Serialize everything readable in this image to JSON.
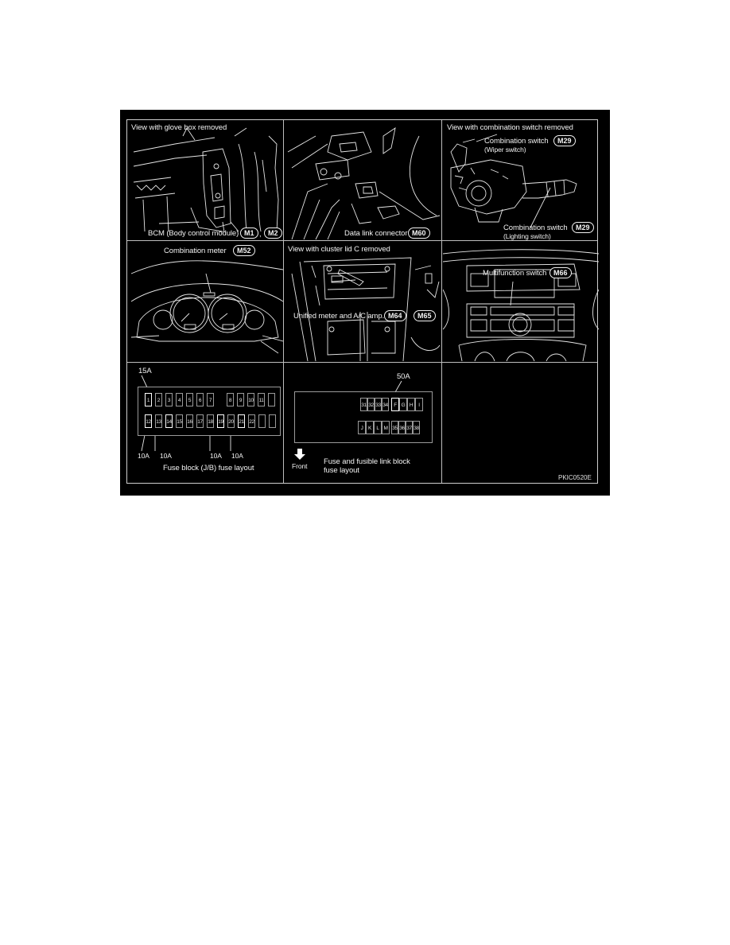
{
  "figure_id": "PKIC0520E",
  "panels": {
    "bcm": {
      "title": "View with glove box removed",
      "label": "BCM (Body control module)",
      "connectors": [
        "M1",
        "M2"
      ],
      "separator": ","
    },
    "dlc": {
      "label": "Data link connector",
      "connectors": [
        "M60"
      ]
    },
    "combo_switch": {
      "title": "View with combination switch removed",
      "wiper_label": "Combination switch",
      "wiper_sub": "(Wiper switch)",
      "wiper_connector": "M29",
      "lighting_label": "Combination switch",
      "lighting_sub": "(Lighting switch)",
      "lighting_connector": "M29"
    },
    "meter": {
      "label": "Combination meter",
      "connectors": [
        "M52"
      ]
    },
    "cluster": {
      "title": "View with cluster lid C removed",
      "label": "Unified meter and A/C amp.",
      "connectors": [
        "M64",
        "M65"
      ]
    },
    "multifunction": {
      "label": "Multifunction switch",
      "connectors": [
        "M66"
      ]
    },
    "jb_fuse": {
      "caption": "Fuse block (J/B) fuse layout",
      "top_rating": "15A",
      "bottom_ratings": [
        "10A",
        "10A",
        "10A",
        "10A"
      ],
      "row1": [
        "1",
        "2",
        "3",
        "4",
        "5",
        "6",
        "7",
        "",
        "8",
        "9",
        "10",
        "11",
        ""
      ],
      "row2": [
        "12",
        "13",
        "14",
        "15",
        "16",
        "17",
        "18",
        "19",
        "20",
        "21",
        "22",
        "",
        ""
      ],
      "highlighted": [
        "1",
        "12",
        "14",
        "19",
        "21"
      ]
    },
    "fusible_link": {
      "caption_line1": "Fuse and fusible link block",
      "caption_line2": "fuse layout",
      "front_label": "Front",
      "rating": "50A",
      "row1_left": [
        "31",
        "32",
        "33",
        "34"
      ],
      "row1_right": [
        "F",
        "G",
        "H",
        "I"
      ],
      "row2_left": [
        "J",
        "K",
        "L",
        "M"
      ],
      "row2_right": [
        "35",
        "36",
        "37",
        "38"
      ],
      "highlighted": [
        "F"
      ]
    }
  }
}
